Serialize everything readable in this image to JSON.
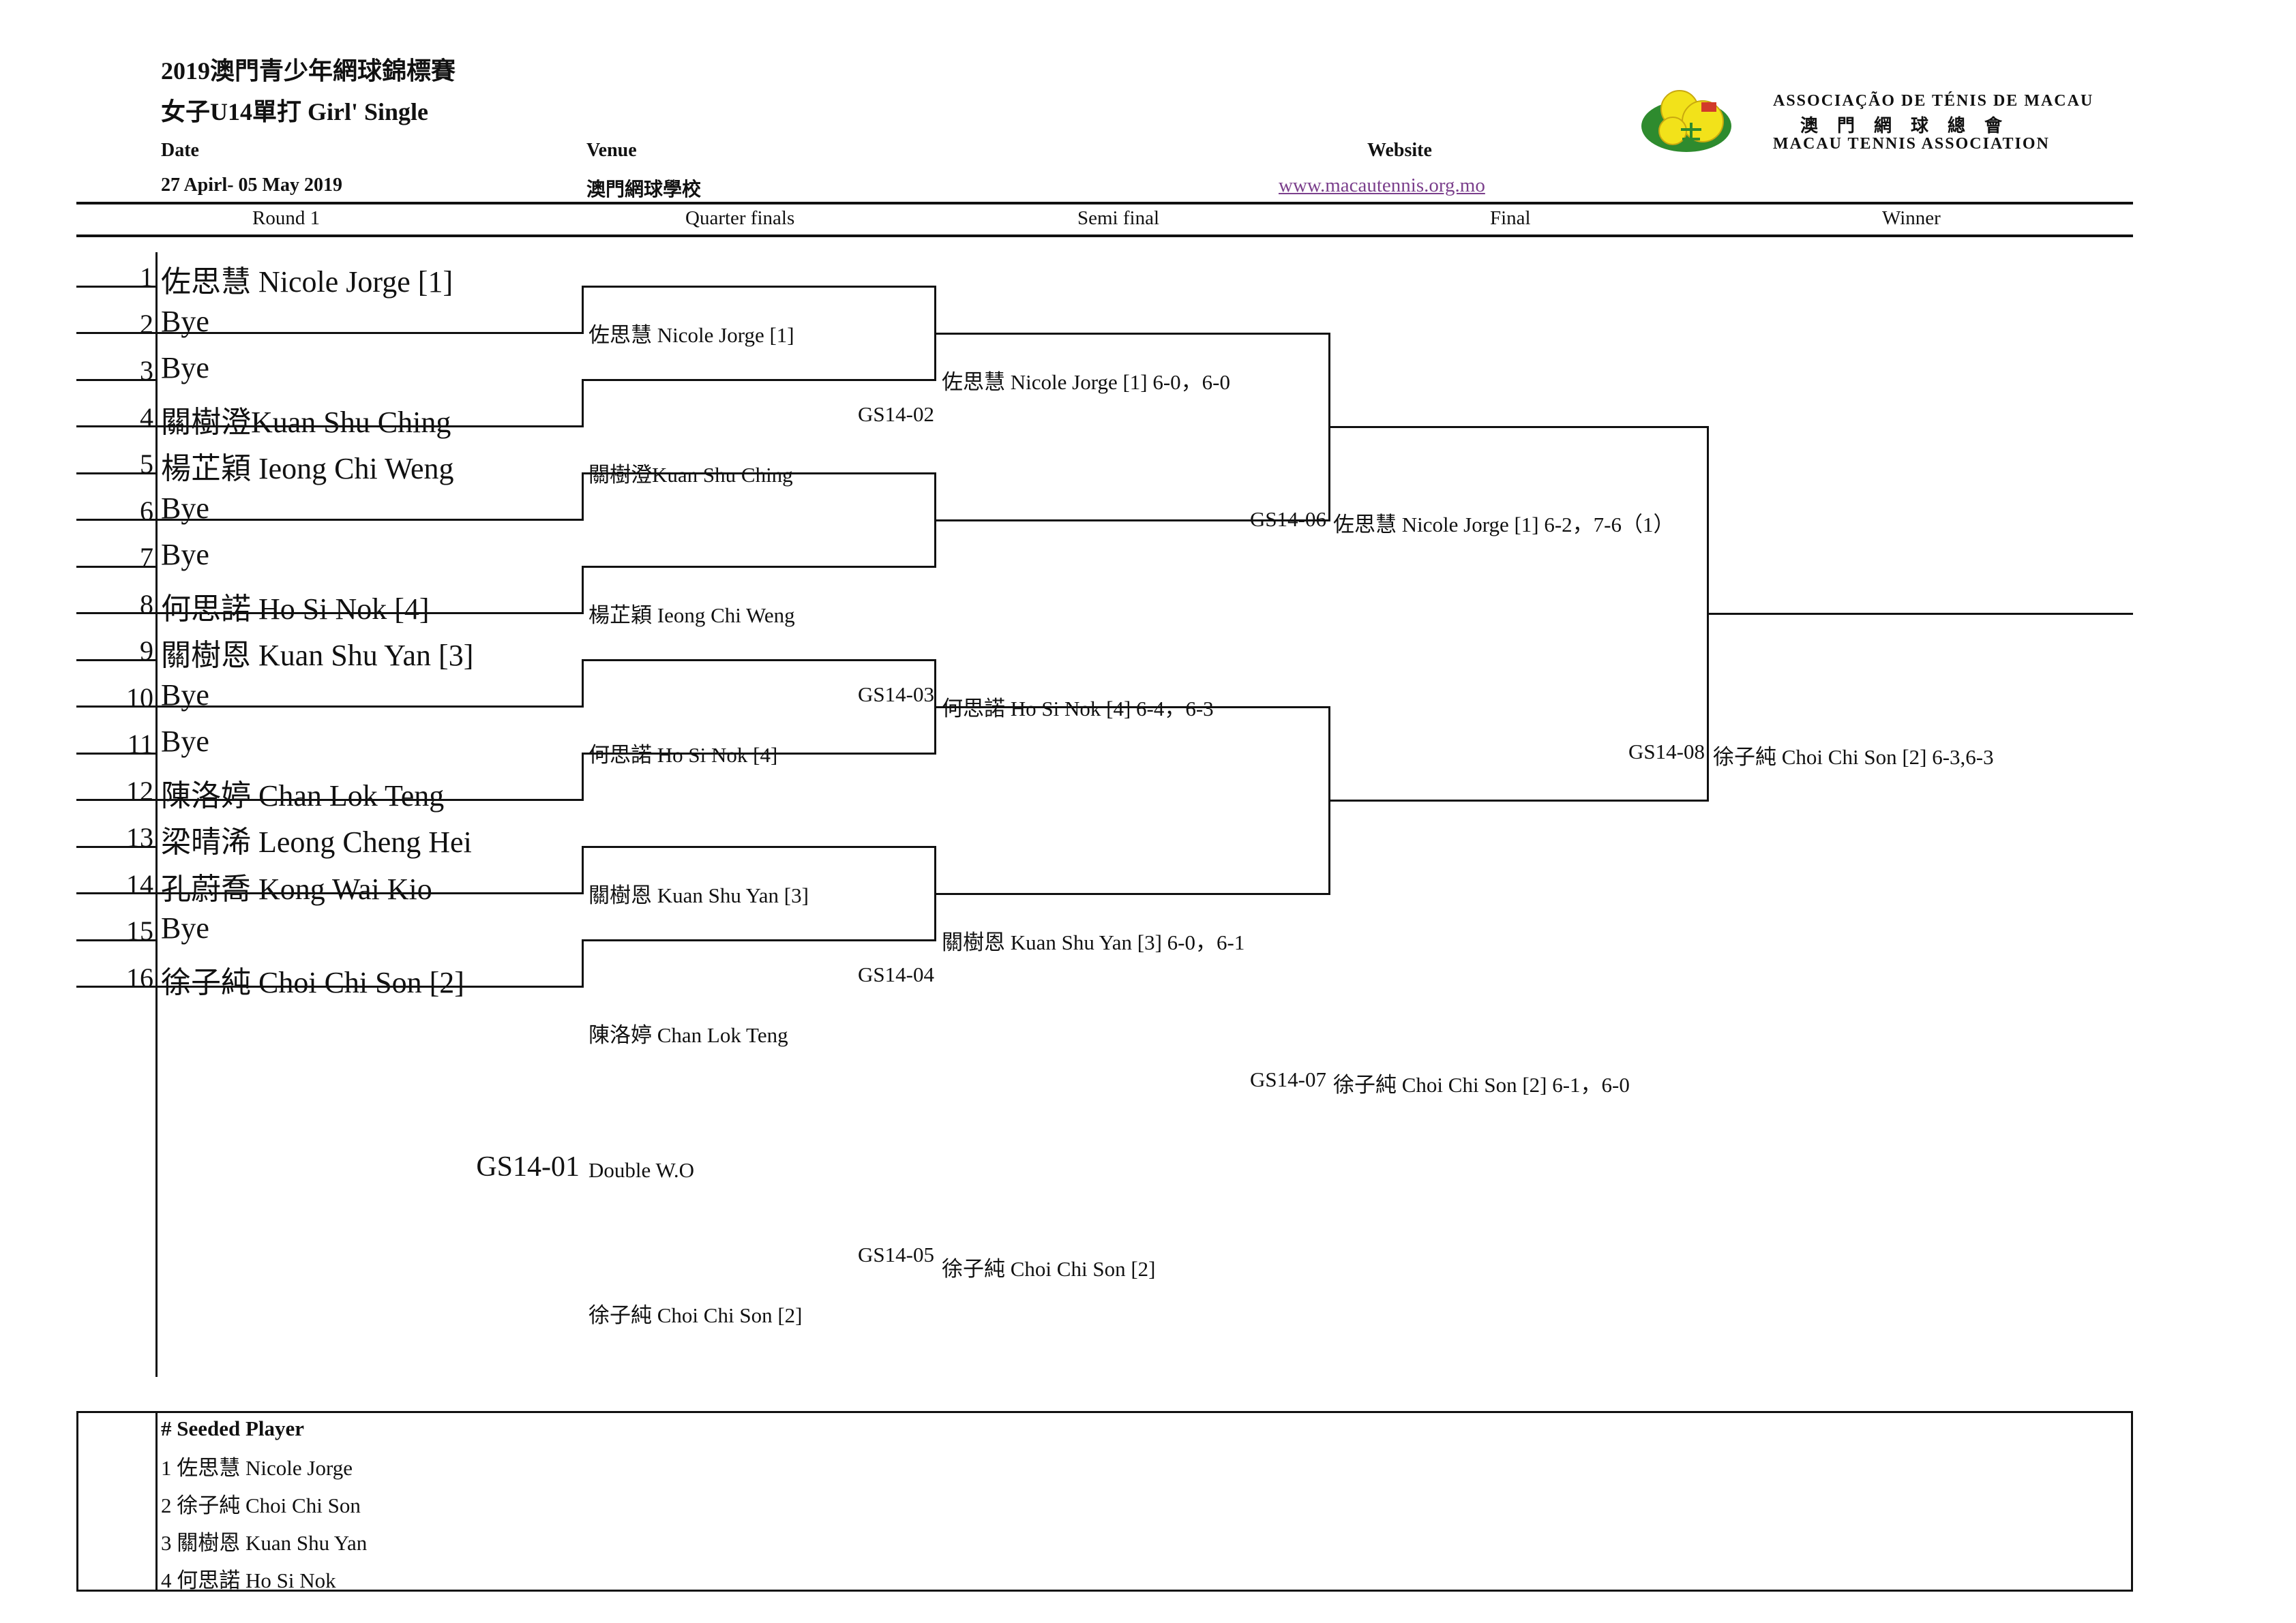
{
  "header": {
    "title": "2019澳門青少年網球錦標賽",
    "subtitle": "女子U14單打 Girl' Single",
    "date_label": "Date",
    "date_value": "27 Apirl- 05 May 2019",
    "venue_label": "Venue",
    "venue_value": "澳門網球學校",
    "website_label": "Website",
    "website_value": "www.macautennis.org.mo"
  },
  "org": {
    "name_pt": "ASSOCIAÇÃO DE TÉNIS DE MACAU",
    "name_cn": "澳門網球總會",
    "name_en": "MACAU TENNIS ASSOCIATION",
    "logo_icon": "tennis-balls-logo-icon",
    "logo_colors": {
      "ball": "#f2e21a",
      "leaf": "#2e8b2e",
      "accent": "#d23b2a"
    }
  },
  "rounds": [
    "Round 1",
    "Quarter finals",
    "Semi final",
    "Final",
    "Winner"
  ],
  "round1": [
    {
      "num": "1",
      "name": "佐思慧 Nicole Jorge [1]"
    },
    {
      "num": "2",
      "name": "Bye"
    },
    {
      "num": "3",
      "name": "Bye"
    },
    {
      "num": "4",
      "name": "關樹澄Kuan Shu Ching"
    },
    {
      "num": "5",
      "name": "楊芷穎 Ieong Chi Weng"
    },
    {
      "num": "6",
      "name": "Bye"
    },
    {
      "num": "7",
      "name": "Bye"
    },
    {
      "num": "8",
      "name": "何思諾 Ho Si  Nok [4]"
    },
    {
      "num": "9",
      "name": "關樹恩 Kuan Shu Yan [3]"
    },
    {
      "num": "10",
      "name": "Bye"
    },
    {
      "num": "11",
      "name": "Bye"
    },
    {
      "num": "12",
      "name": "陳洛婷 Chan Lok Teng"
    },
    {
      "num": "13",
      "name": "梁晴浠 Leong Cheng Hei"
    },
    {
      "num": "14",
      "name": "孔蔚喬 Kong Wai Kio"
    },
    {
      "num": "15",
      "name": "Bye"
    },
    {
      "num": "16",
      "name": "徐子純 Choi Chi Son [2]"
    }
  ],
  "quarterfinals": [
    {
      "name": "佐思慧 Nicole Jorge [1]"
    },
    {
      "name": "關樹澄Kuan Shu Ching"
    },
    {
      "name": "楊芷穎 Ieong Chi Weng"
    },
    {
      "name": "何思諾 Ho Si  Nok [4]"
    },
    {
      "name": "關樹恩 Kuan Shu Yan [3]"
    },
    {
      "name": "陳洛婷 Chan Lok Teng"
    },
    {
      "name": "Double W.O",
      "match": "GS14-01"
    },
    {
      "name": "徐子純 Choi Chi Son [2]"
    }
  ],
  "semifinals": [
    {
      "name": "佐思慧 Nicole Jorge [1] 6-0，6-0",
      "match": "GS14-02"
    },
    {
      "name": "何思諾 Ho Si  Nok [4] 6-4，6-3",
      "match": "GS14-03"
    },
    {
      "name": "關樹恩 Kuan Shu Yan [3] 6-0，6-1",
      "match": "GS14-04"
    },
    {
      "name": "徐子純 Choi Chi Son [2]",
      "match": "GS14-05"
    }
  ],
  "final": [
    {
      "name": "佐思慧 Nicole Jorge [1]  6-2，7-6（1）",
      "match": "GS14-06"
    },
    {
      "name": "徐子純 Choi Chi Son [2] 6-1，6-0",
      "match": "GS14-07"
    }
  ],
  "winner": {
    "name": "徐子純 Choi Chi Son [2]  6-3,6-3",
    "match": "GS14-08"
  },
  "seeded": {
    "heading": "# Seeded Player",
    "players": [
      "1 佐思慧 Nicole Jorge",
      "2 徐子純 Choi Chi Son",
      "3 關樹恩 Kuan Shu Yan",
      "4 何思諾 Ho Si  Nok"
    ]
  }
}
